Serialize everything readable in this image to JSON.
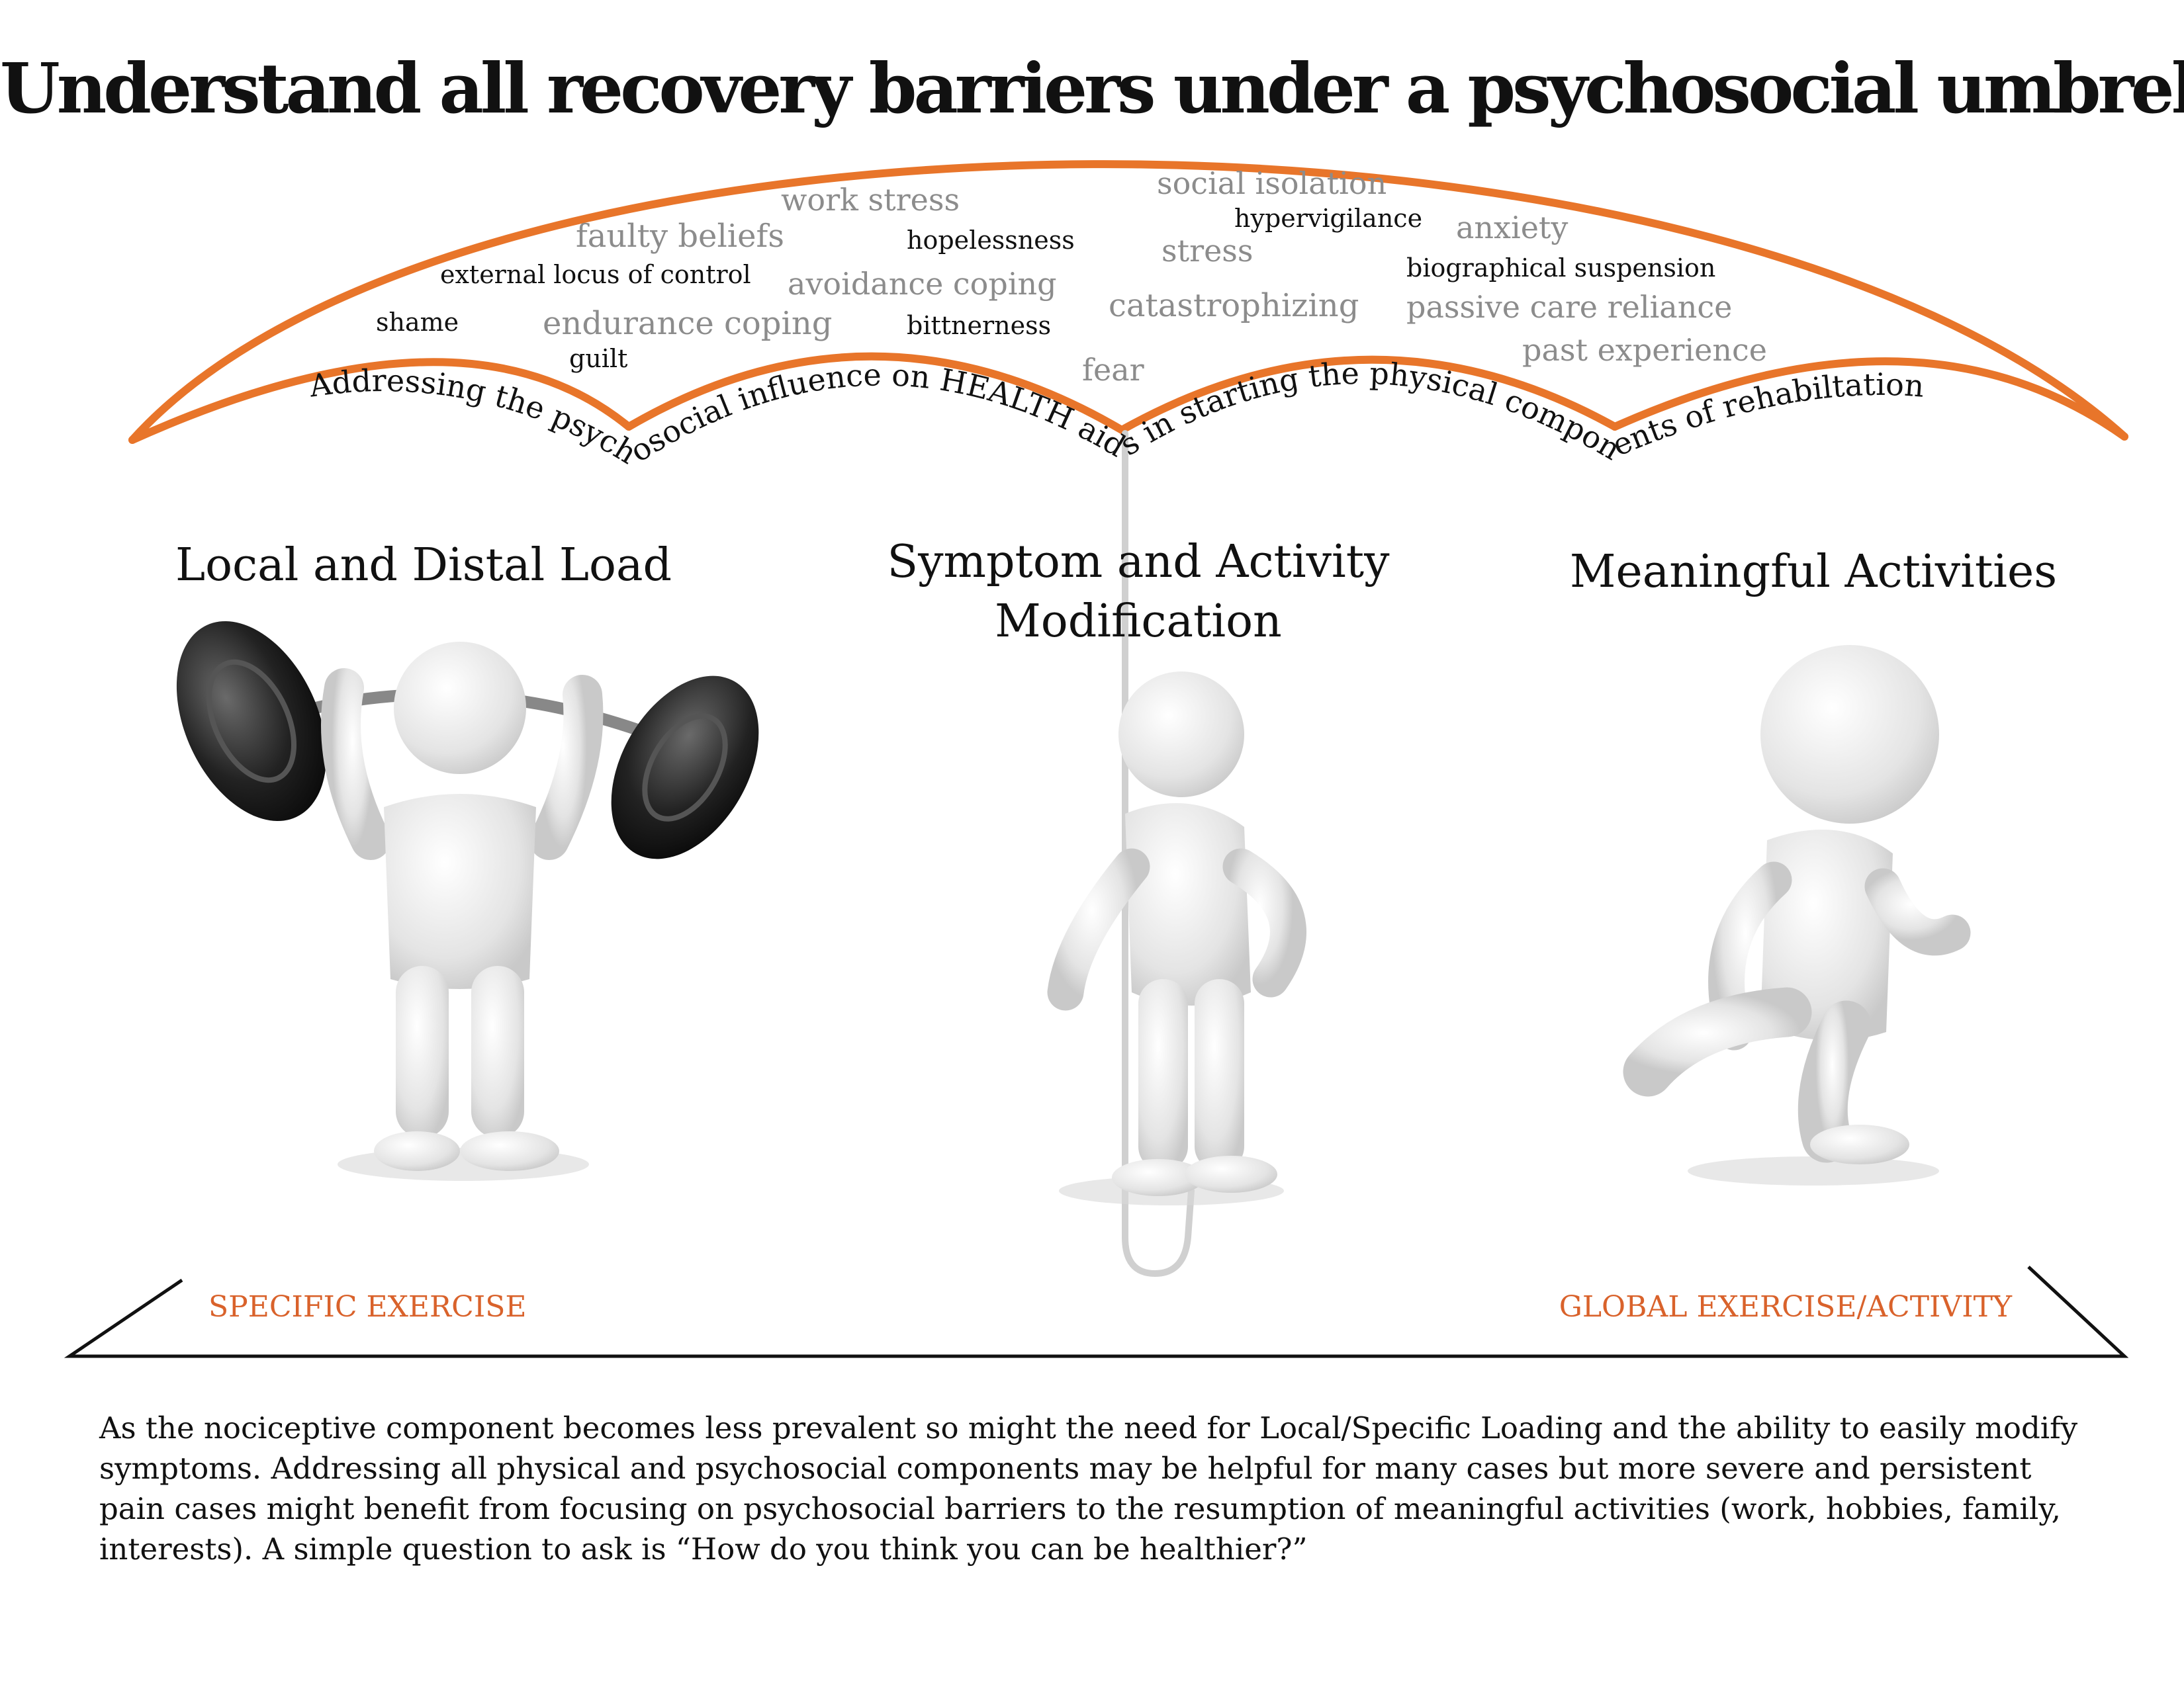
{
  "title": "Understand all recovery barriers under a psychosocial umbrella",
  "umbrella": {
    "color": "#e8752a",
    "barriers": [
      {
        "text": "work stress",
        "tone": "gray"
      },
      {
        "text": "social isolation",
        "tone": "gray"
      },
      {
        "text": "faulty beliefs",
        "tone": "gray"
      },
      {
        "text": "hopelessness",
        "tone": "dark"
      },
      {
        "text": "hypervigilance",
        "tone": "dark"
      },
      {
        "text": "anxiety",
        "tone": "gray"
      },
      {
        "text": "stress",
        "tone": "gray"
      },
      {
        "text": "external locus of control",
        "tone": "dark"
      },
      {
        "text": "biographical suspension",
        "tone": "dark"
      },
      {
        "text": "avoidance coping",
        "tone": "gray"
      },
      {
        "text": "shame",
        "tone": "dark"
      },
      {
        "text": "endurance coping",
        "tone": "gray"
      },
      {
        "text": "catastrophizing",
        "tone": "gray"
      },
      {
        "text": "passive care reliance",
        "tone": "gray"
      },
      {
        "text": "bittnerness",
        "tone": "dark"
      },
      {
        "text": "guilt",
        "tone": "dark"
      },
      {
        "text": "fear",
        "tone": "gray"
      },
      {
        "text": "past experience",
        "tone": "gray"
      }
    ],
    "arc_text": [
      "Addressing the psych",
      "osocial influence on HEALTH aid",
      "s in starting the physical compon",
      "ents of rehabiltation"
    ]
  },
  "columns": [
    {
      "heading_lines": [
        "Local and Distal Load"
      ],
      "figure": "weightlifter-figure"
    },
    {
      "heading_lines": [
        "Symptom and Activity",
        "Modification"
      ],
      "figure": "back-pain-figure"
    },
    {
      "heading_lines": [
        "Meaningful Activities"
      ],
      "figure": "running-figure"
    }
  ],
  "range_labels": {
    "left": "SPECIFIC EXERCISE",
    "right": "GLOBAL EXERCISE/ACTIVITY",
    "color": "#d9622b"
  },
  "footer": "As the nociceptive component becomes less prevalent so might the need for Local/Specific Loading and the ability to easily modify symptoms. Addressing all physical and psychosocial components may be helpful for many cases but more severe and persistent pain cases might benefit from focusing on psychosocial barriers to the resumption of meaningful activities (work, hobbies, family, interests).  A simple question to ask is “How do you think  you can be healthier?”",
  "colors": {
    "gray_text": "#8c8c8c",
    "dark_text": "#111111",
    "figure": "#e9e9e9",
    "weight": "#1f1f1f"
  }
}
